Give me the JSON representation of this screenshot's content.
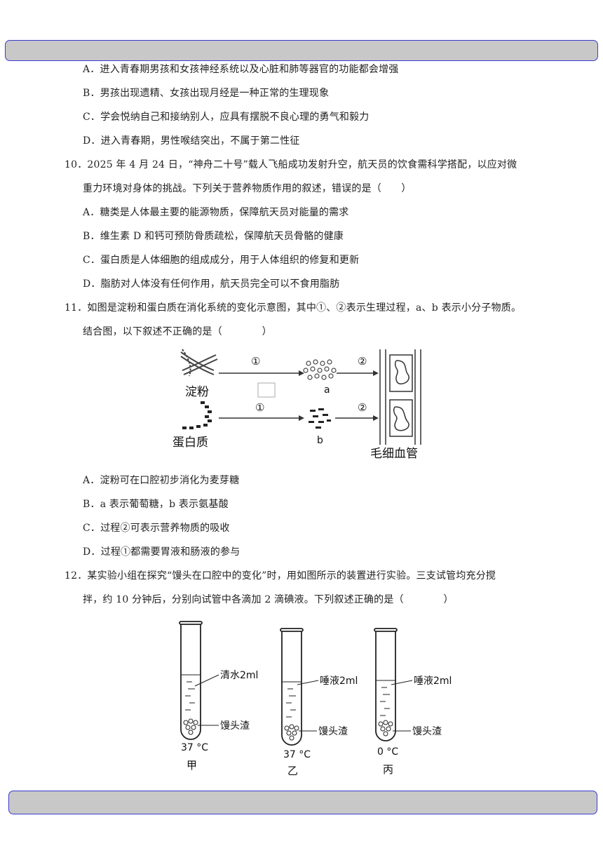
{
  "q9_options": [
    "A．进入青春期男孩和女孩神经系统以及心脏和肺等器官的功能都会增强",
    "B．男孩出现遗精、女孩出现月经是一种正常的生理现象",
    "C．学会悦纳自己和接纳别人，应具有摆脱不良心理的勇气和毅力",
    "D．进入青春期，男性喉结突出，不属于第二性征"
  ],
  "q10": {
    "line1": "10．2025 年 4 月 24 日，“神舟二十号”载人飞船成功发射升空，航天员的饮食需科学搭配，以应对微",
    "line2": "重力环境对身体的挑战。下列关于营养物质作用的叙述，错误的是（　　）",
    "options": [
      "A．糖类是人体最主要的能源物质，保障航天员对能量的需求",
      "B．维生素 D 和钙可预防骨质疏松，保障航天员骨骼的健康",
      "C．蛋白质是人体细胞的组成成分，用于人体组织的修复和更新",
      "D．脂肪对人体没有任何作用，航天员完全可以不食用脂肪"
    ]
  },
  "q11": {
    "line1": "11．如图是淀粉和蛋白质在消化系统的变化示意图，其中①、②表示生理过程，a、b 表示小分子物质。",
    "line2": "结合图，以下叙述不正确的是（　　　　）",
    "figure": {
      "starch": "淀粉",
      "protein": "蛋白质",
      "capillary": "毛细血管",
      "step1": "①",
      "step2": "②",
      "a": "a",
      "b": "b"
    },
    "options": [
      "A．淀粉可在口腔初步消化为麦芽糖",
      "B．a 表示葡萄糖，b 表示氨基酸",
      "C．过程②可表示营养物质的吸收",
      "D．过程①都需要胃液和肠液的参与"
    ]
  },
  "q12": {
    "line1": "12．某实验小组在探究“馒头在口腔中的变化”时，用如图所示的装置进行实验。三支试管均充分搅",
    "line2": "拌，约 10 分钟后，分别向试管中各滴加 2 滴碘液。下列叙述正确的是（　　　　）",
    "tubes": [
      {
        "liquid": "清水2ml",
        "residue": "馒头渣",
        "temp": "37 °C",
        "name": "甲"
      },
      {
        "liquid": "唾液2ml",
        "residue": "馒头渣",
        "temp": "37 °C",
        "name": "乙"
      },
      {
        "liquid": "唾液2ml",
        "residue": "馒头渣",
        "temp": "0 °C",
        "name": "丙"
      }
    ]
  }
}
